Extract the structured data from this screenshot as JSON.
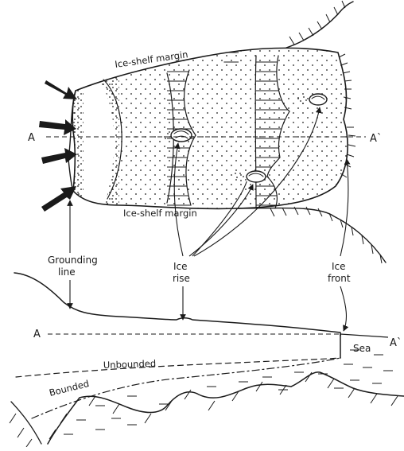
{
  "labels": {
    "margin_top": "Ice-shelf margin",
    "margin_bottom": "Ice-shelf margin",
    "section_left": "A",
    "section_right": "A`",
    "grounding_line_1": "Grounding",
    "grounding_line_2": "line",
    "ice_rise_1": "Ice",
    "ice_rise_2": "rise",
    "ice_front_1": "Ice",
    "ice_front_2": "front",
    "cross_left": "A",
    "cross_right": "A`",
    "sea": "Sea",
    "unbounded": "Unbounded",
    "bounded": "Bounded"
  }
}
